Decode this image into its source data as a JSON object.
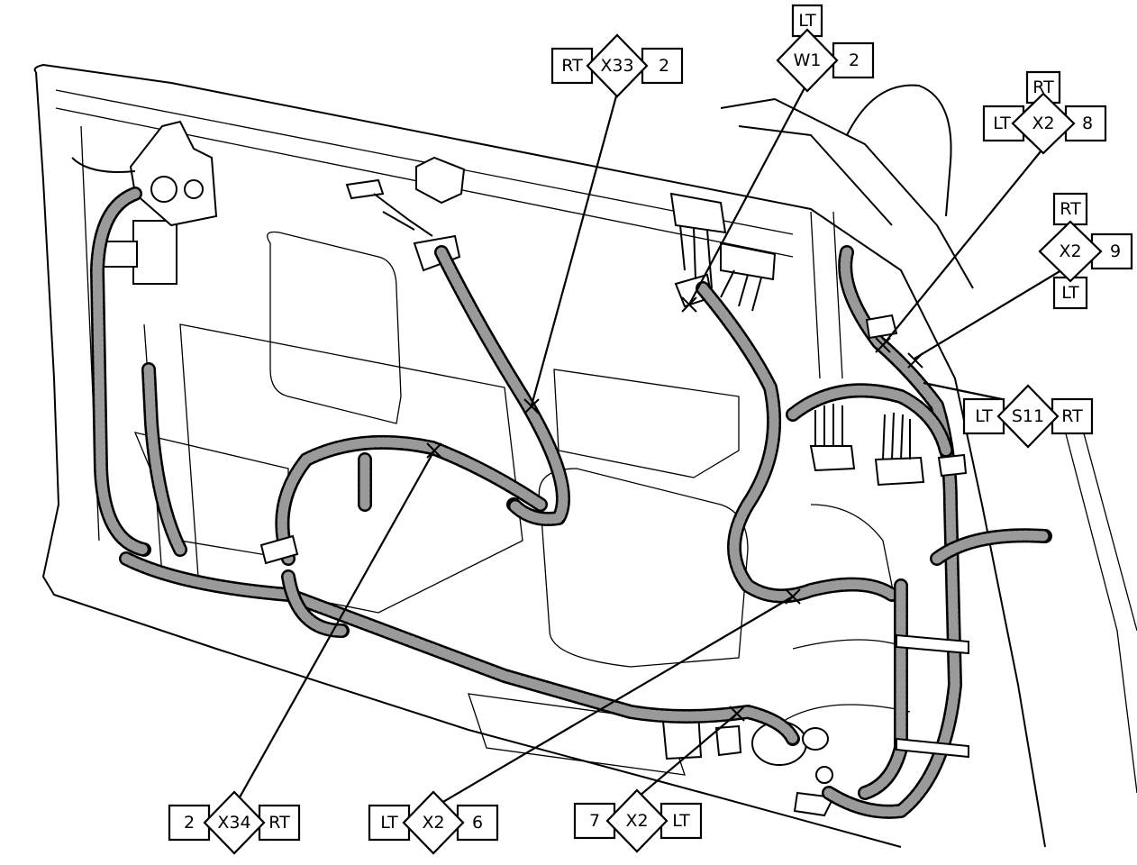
{
  "callouts": {
    "x33": {
      "left": "RT",
      "center": "X33",
      "right": "2"
    },
    "w1": {
      "top": "LT",
      "center": "W1",
      "right": "2"
    },
    "x2_8": {
      "top": "RT",
      "left": "LT",
      "center": "X2",
      "right": "8"
    },
    "x2_9": {
      "top": "RT",
      "center": "X2",
      "right": "9",
      "bottom": "LT"
    },
    "s11": {
      "left": "LT",
      "center": "S11",
      "right": "RT"
    },
    "x34": {
      "left": "2",
      "center": "X34",
      "right": "RT"
    },
    "x2_6": {
      "left": "LT",
      "center": "X2",
      "right": "6"
    },
    "x2_7": {
      "left": "7",
      "center": "X2",
      "right": "LT"
    }
  },
  "colors": {
    "line": "#000000",
    "background": "#ffffff",
    "harness_fill": "#9a9a9a"
  }
}
